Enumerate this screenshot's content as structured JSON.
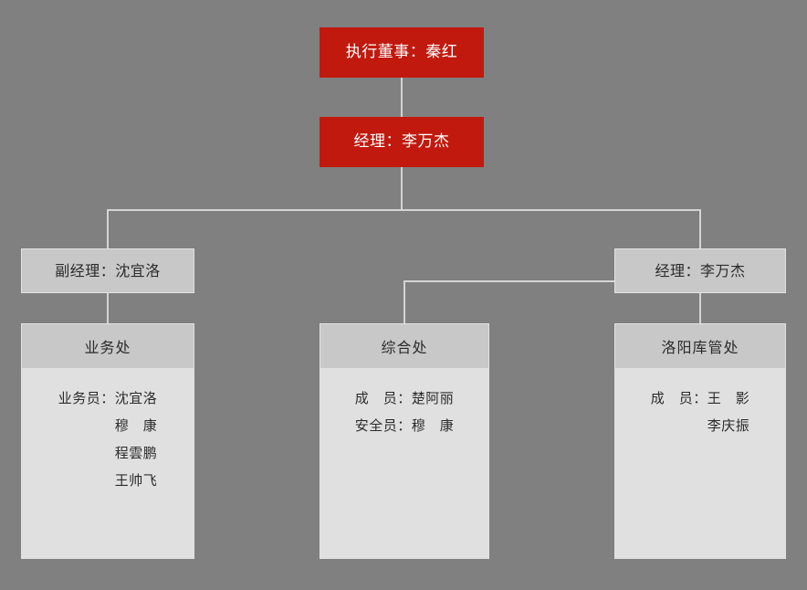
{
  "background_color": "#808080",
  "accent_color": "#c1190e",
  "node_gray_color": "#c8c8c8",
  "card_body_color": "#e0e0e0",
  "line_color": "#d4d4d4",
  "top": {
    "executive": "执行董事：秦红",
    "manager": "经理：李万杰"
  },
  "roles": {
    "deputy_manager": "副经理：沈宜洛",
    "manager": "经理：李万杰"
  },
  "departments": [
    {
      "name": "业务处",
      "members": [
        "业务员：沈宜洛",
        "　　　　穆　康",
        "　　　　程雲鹏",
        "　　　　王帅飞"
      ]
    },
    {
      "name": "综合处",
      "members": [
        "成　员：楚阿丽",
        "安全员：穆　康"
      ]
    },
    {
      "name": "洛阳库管处",
      "members": [
        "成　员：王　影",
        "　　　　李庆振"
      ]
    }
  ]
}
